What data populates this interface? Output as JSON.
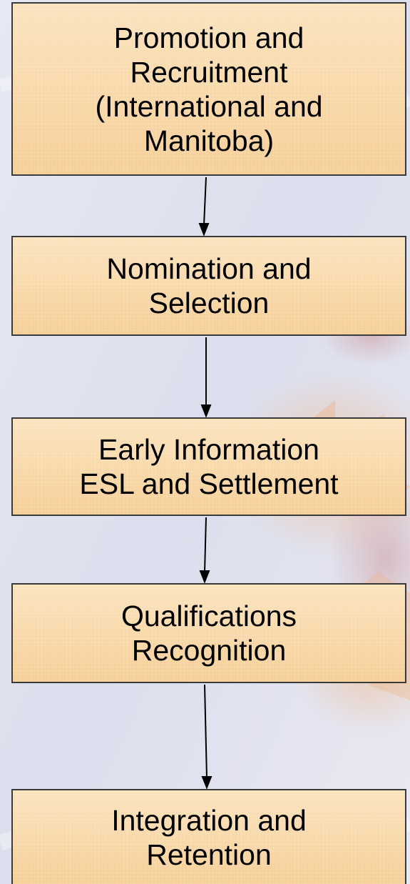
{
  "steps": [
    {
      "label": "Promotion and\nRecruitment\n(International and\nManitoba)"
    },
    {
      "label": "Nomination and\nSelection"
    },
    {
      "label": "Early Information\nESL and Settlement"
    },
    {
      "label": "Qualifications\nRecognition"
    },
    {
      "label": "Integration and\nRetention"
    }
  ],
  "colors": {
    "box_fill": "#f8d7a6",
    "box_border": "#3a3a3a",
    "background": "#dfe1ef",
    "arrow": "#000000"
  }
}
